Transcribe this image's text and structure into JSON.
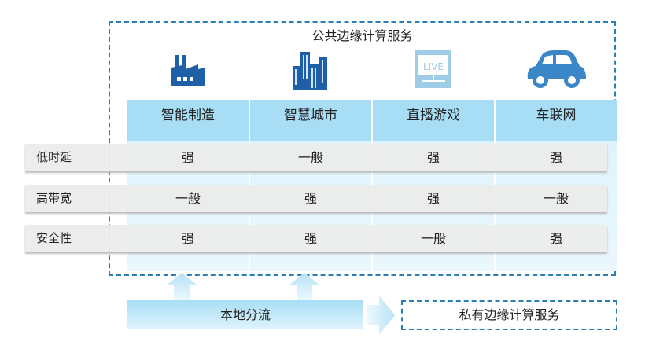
{
  "public_title": "公共边缘计算服务",
  "columns": [
    {
      "label": "智能制造",
      "icon": "factory-icon"
    },
    {
      "label": "智慧城市",
      "icon": "city-buildings-icon"
    },
    {
      "label": "直播游戏",
      "icon": "live-monitor-icon",
      "icon_text": "LIVE"
    },
    {
      "label": "车联网",
      "icon": "car-icon"
    }
  ],
  "rows": [
    {
      "label": "低时延",
      "values": [
        "强",
        "一般",
        "强",
        "强"
      ]
    },
    {
      "label": "高带宽",
      "values": [
        "一般",
        "强",
        "强",
        "一般"
      ]
    },
    {
      "label": "安全性",
      "values": [
        "强",
        "强",
        "一般",
        "强"
      ]
    }
  ],
  "local_offload": "本地分流",
  "private_service": "私有边缘计算服务",
  "colors": {
    "accent": "#2a7fb8",
    "icon_blue": "#1f5fa8",
    "light_blue": "#a8def5"
  }
}
